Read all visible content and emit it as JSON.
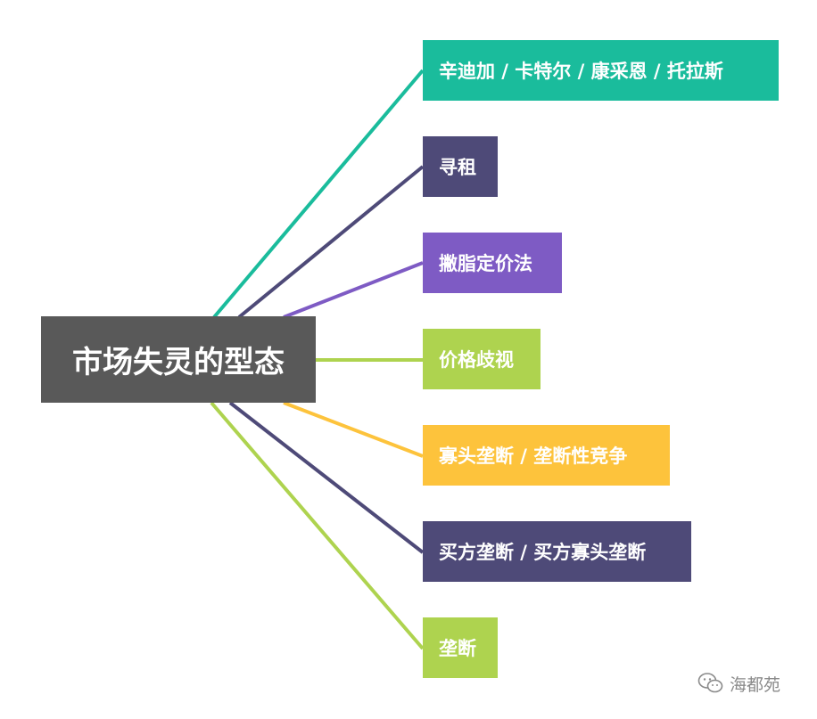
{
  "diagram": {
    "root": {
      "label": "市场失灵的型态",
      "color": "#595959"
    },
    "branches": [
      {
        "label": "辛迪加 / 卡特尔 / 康采恩 / 托拉斯",
        "color": "#1ABC9C"
      },
      {
        "label": "寻租",
        "color": "#4E4A78"
      },
      {
        "label": "撇脂定价法",
        "color": "#7E5BC4"
      },
      {
        "label": "价格歧视",
        "color": "#AED34F"
      },
      {
        "label": "寡头垄断 / 垄断性竞争",
        "color": "#FDC33C"
      },
      {
        "label": "买方垄断 / 买方寡头垄断",
        "color": "#4E4A78"
      },
      {
        "label": "垄断",
        "color": "#AED34F"
      }
    ]
  },
  "watermark": {
    "text": "海都苑",
    "icon": "wechat-icon"
  }
}
